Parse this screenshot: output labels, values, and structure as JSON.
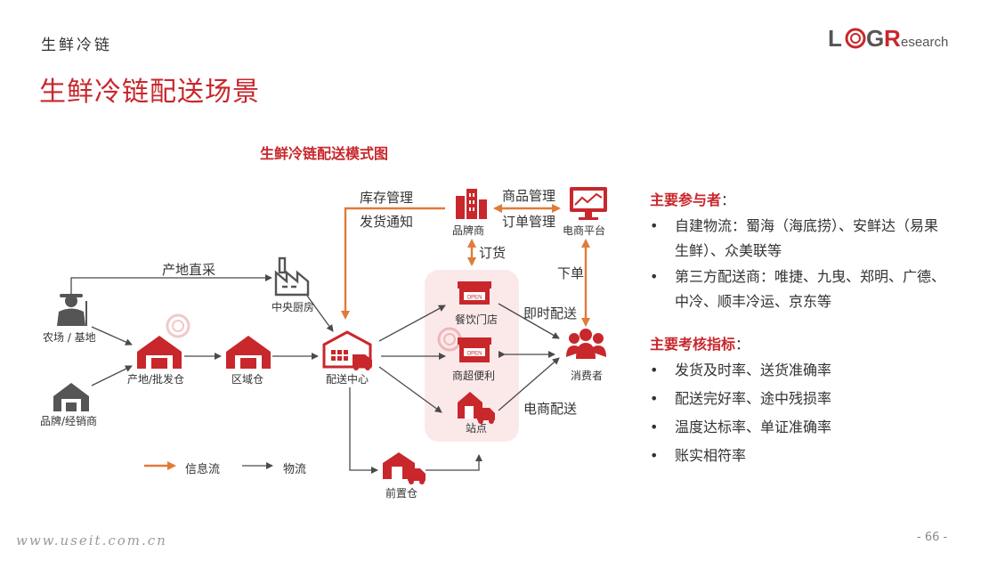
{
  "header": {
    "section": "生鲜冷链",
    "title": "生鲜冷链配送场景",
    "logo": "LOGResearch"
  },
  "diagram": {
    "title": "生鲜冷链配送模式图",
    "nodes": {
      "farm": "农场 / 基地",
      "brand_dealer": "品牌/经销商",
      "origin_wh": "产地/批发仓",
      "regional_wh": "区域仓",
      "central_kitchen": "中央厨房",
      "dc": "配送中心",
      "brand": "品牌商",
      "ecom": "电商平台",
      "restaurant": "餐饮门店",
      "supermarket": "商超便利",
      "station": "站点",
      "consumer": "消费者",
      "front_wh": "前置仓"
    },
    "flows": {
      "direct_sourcing": "产地直采",
      "inventory": "库存管理",
      "shipping_notice": "发货通知",
      "product_mgmt": "商品管理",
      "order_mgmt": "订单管理",
      "ordering": "订货",
      "place_order": "下单",
      "instant_delivery": "即时配送",
      "ecom_delivery": "电商配送"
    },
    "legend": {
      "info": "信息流",
      "logistics": "物流"
    }
  },
  "participants": {
    "title": "主要参与者",
    "colon": "：",
    "items": [
      "自建物流：蜀海（海底捞）、安鲜达（易果生鲜）、众美联等",
      "第三方配送商：唯捷、九曳、郑明、广德、中冷、顺丰冷运、京东等"
    ]
  },
  "kpis": {
    "title": "主要考核指标",
    "colon": "：",
    "items": [
      "发货及时率、送货准确率",
      "配送完好率、途中残损率",
      "温度达标率、单证准确率",
      "账实相符率"
    ]
  },
  "footer": {
    "url": "www.useit.com.cn",
    "page": "- 66 -"
  },
  "colors": {
    "accent": "#c8272c",
    "orange": "#e07b39",
    "arrow": "#4a4a4a",
    "zone": "#fbe9ea"
  }
}
